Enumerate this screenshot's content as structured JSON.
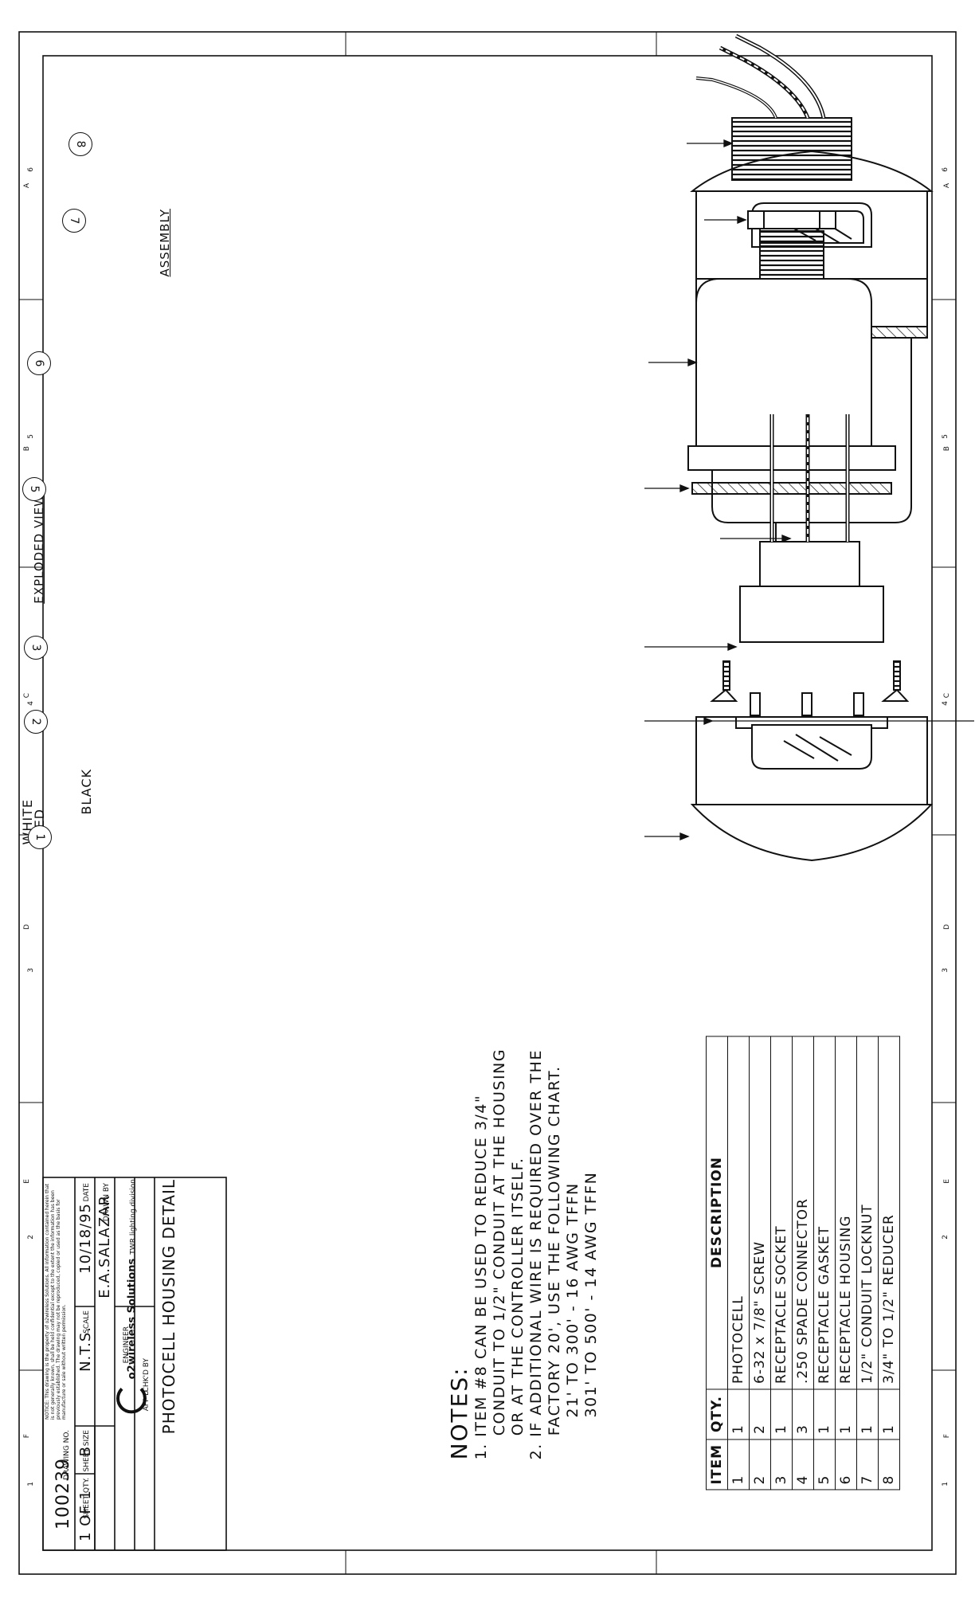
{
  "views": {
    "assembly_label": "ASSEMBLY",
    "exploded_label": "EXPLODED VIEW"
  },
  "wires": {
    "black": "BLACK",
    "red": "RED",
    "white": "WHITE"
  },
  "callouts": [
    "1",
    "2",
    "3",
    "4",
    "5",
    "6",
    "7",
    "8"
  ],
  "bom": {
    "headers": {
      "item": "ITEM",
      "qty": "QTY.",
      "desc": "DESCRIPTION"
    },
    "rows": [
      {
        "item": "1",
        "qty": "1",
        "desc": "PHOTOCELL"
      },
      {
        "item": "2",
        "qty": "2",
        "desc": "6-32 x 7/8\" SCREW"
      },
      {
        "item": "3",
        "qty": "1",
        "desc": "RECEPTACLE SOCKET"
      },
      {
        "item": "4",
        "qty": "3",
        "desc": ".250 SPADE CONNECTOR"
      },
      {
        "item": "5",
        "qty": "1",
        "desc": "RECEPTACLE GASKET"
      },
      {
        "item": "6",
        "qty": "1",
        "desc": "RECEPTACLE HOUSING"
      },
      {
        "item": "7",
        "qty": "1",
        "desc": "1/2\" CONDUIT LOCKNUT"
      },
      {
        "item": "8",
        "qty": "1",
        "desc": "3/4\" TO 1/2\" REDUCER"
      }
    ]
  },
  "notes": {
    "heading": "NOTES:",
    "lines": [
      "1. ITEM #8 CAN BE USED TO REDUCE 3/4\"",
      "    CONDUIT TO 1/2\" CONDUIT AT THE HOUSING",
      "    OR AT THE CONTROLLER ITSELF.",
      "2. IF ADDITIONAL WIRE IS REQUIRED OVER THE",
      "    FACTORY 20', USE THE FOLLOWING CHART.",
      "       21' TO 300' - 16 AWG TFFN",
      "       301' TO 500' - 14 AWG TFFN"
    ]
  },
  "title_block": {
    "title": "PHOTOCELL HOUSING DETAIL",
    "company": "o2wireless Solutions",
    "division": "TWR lighting division",
    "appd_label": "APP'D",
    "chkd_label": "CHK'D BY",
    "engineer_label": "ENGINEER",
    "drawn_by_label": "DRAWN BY",
    "drawn_by": "E.A.SALAZAR",
    "date_label": "DATE",
    "date": "10/18/95",
    "scale_label": "SCALE",
    "scale": "N.T.S.",
    "sheet_size_label": "SHEET SIZE",
    "sheet_size": "B",
    "sheet_qty_label": "SHEET QTY.",
    "sheet_qty": "1 OF 1",
    "drawing_no_label": "DRAWING NO.",
    "drawing_no": "100239",
    "notice": "NOTICE: This drawing is the property of o2wireless Solutions. All information contained herein that is not generally known, shall be held confidential except to the extent the information has been previously established. The drawing may not be reproduced, copied or used as the basis for manufacture or sale without written permission."
  },
  "zones": {
    "numbers": [
      "1",
      "2",
      "3",
      "4",
      "5",
      "6"
    ],
    "letters": [
      "A",
      "B",
      "C",
      "D",
      "E",
      "F"
    ]
  }
}
